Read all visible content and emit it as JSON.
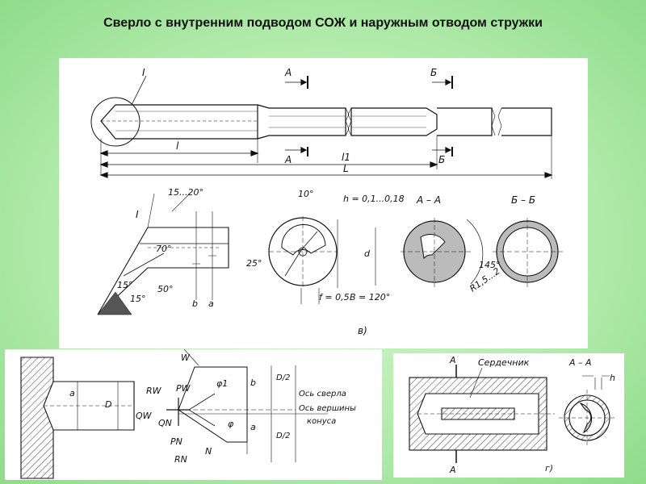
{
  "title": "Сверло с внутренним подводом СОЖ и наружным отводом стружки",
  "top_panel": {
    "view_I_marker": "I",
    "section_A_top": "А",
    "section_A_bottom": "А",
    "section_B_top": "Б",
    "section_B_bottom": "Б",
    "dim_l": "l",
    "dim_l1": "l1",
    "dim_L": "L",
    "detail_I_label": "I",
    "angle_tip": "15...20°",
    "angle_70": "70°",
    "angle_15a": "15°",
    "angle_15b": "15°",
    "angle_50": "50°",
    "dim_b": "b",
    "dim_a": "a",
    "angle_10": "10°",
    "dim_h": "h = 0,1...0,18",
    "angle_25": "25°",
    "dim_d": "d",
    "dim_f": "f = 0,5",
    "angle_B": "B = 120°",
    "section_AA_title": "А – А",
    "section_BB_title": "Б – Б",
    "angle_145": "145°",
    "radius_R": "R1,5...2",
    "subfigure_v": "в)"
  },
  "bottom_left": {
    "dim_a": "a",
    "dim_D": "D",
    "force_W": "W",
    "force_RW": "RW",
    "force_PW": "PW",
    "force_QW": "QW",
    "force_QN": "QN",
    "force_PN": "PN",
    "force_RN": "RN",
    "force_N": "N",
    "angle_phi1": "φ1",
    "angle_phi": "φ",
    "dim_b": "b",
    "dim_a2": "a",
    "dim_D2_top": "D/2",
    "dim_D2_bottom": "D/2",
    "axis_drill": "Ось сверла",
    "axis_cone1": "Ось вершины",
    "axis_cone2": "конуса"
  },
  "bottom_right": {
    "section_A_top": "А",
    "section_A_bottom": "А",
    "core_label": "Сердечник",
    "section_AA": "А – А",
    "dim_h": "h",
    "subfigure_g": "г)"
  }
}
